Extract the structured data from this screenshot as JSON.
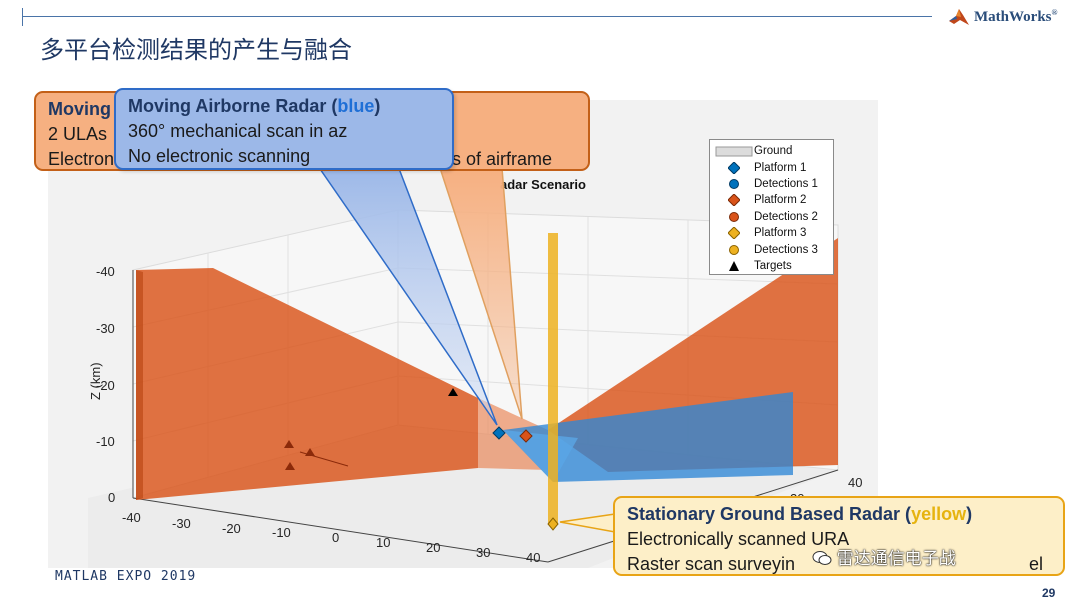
{
  "header": {
    "title": "多平台检测结果的产生与融合",
    "brand": "MathWorks",
    "brand_mark": "®"
  },
  "plot": {
    "title": "adar Scenario",
    "z_label": "Z (km)",
    "z_ticks": [
      "-40",
      "-30",
      "-20",
      "-10",
      "0"
    ],
    "x_ticks": [
      "-40",
      "-30",
      "-20",
      "-10",
      "0",
      "10",
      "20",
      "30",
      "40"
    ],
    "y_ticks": [
      "40",
      "20"
    ]
  },
  "legend": {
    "items": [
      {
        "label": "Ground",
        "symbol": "patch",
        "color": "#dcdcdc"
      },
      {
        "label": "Platform 1",
        "symbol": "diamond",
        "color": "#0072bd"
      },
      {
        "label": "Detections 1",
        "symbol": "circle",
        "color": "#0072bd"
      },
      {
        "label": "Platform 2",
        "symbol": "diamond",
        "color": "#d95319"
      },
      {
        "label": "Detections 2",
        "symbol": "circle",
        "color": "#d95319"
      },
      {
        "label": "Platform 3",
        "symbol": "diamond",
        "color": "#edb120"
      },
      {
        "label": "Detections 3",
        "symbol": "circle",
        "color": "#edb120"
      },
      {
        "label": "Targets",
        "symbol": "triangle",
        "color": "#000000"
      }
    ]
  },
  "callouts": {
    "orange": {
      "title_visible": "Moving",
      "line2_visible": "2 ULAs",
      "line3_visible": "Electron",
      "line3_tail": "es of airframe"
    },
    "blue": {
      "title_prefix": "Moving Airborne Radar (",
      "title_color_word": "blue",
      "title_suffix": ")",
      "line2": "360° mechanical scan in az",
      "line3": "No electronic scanning"
    },
    "yellow": {
      "title_prefix": "Stationary Ground Based Radar (",
      "title_color_word": "yellow",
      "title_suffix": ")",
      "line2": "Electronically scanned URA",
      "line3_start": "Raster scan surveyin",
      "line3_end": "el"
    }
  },
  "footer": {
    "event": "MATLAB EXPO 2019",
    "page": "29",
    "watermark": "雷达通信电子战"
  },
  "colors": {
    "accent": "#1f3864",
    "platform1": "#0072bd",
    "platform2": "#d95319",
    "platform3": "#edb120"
  }
}
